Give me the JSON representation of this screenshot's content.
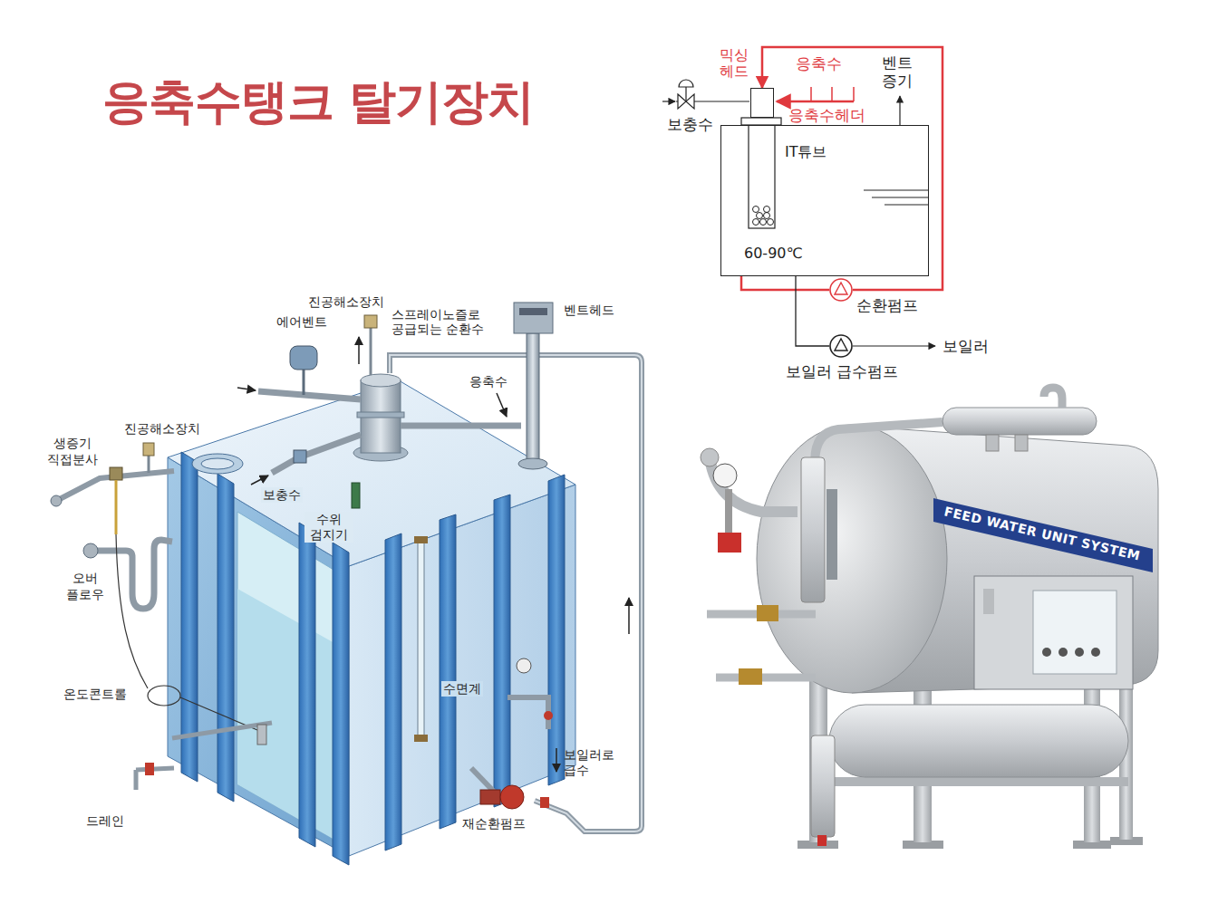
{
  "diagram": {
    "title": "응축수탱크 탈기장치",
    "nodes": [
      {
        "text": [
          "IT튜브",
          "60-90℃"
        ]
      },
      {
        "text": [
          "믹싱 헤드"
        ]
      },
      {
        "text": [
          "순환펌프"
        ]
      },
      {
        "text": [
          "보일러 급수펌프"
        ]
      }
    ],
    "edges": [
      {
        "from": 0,
        "to": 2,
        "arrow": "none"
      },
      {
        "from": 2,
        "to": 1,
        "arrow": "to"
      },
      {
        "from": 0,
        "to": 3,
        "arrow": "none"
      }
    ],
    "labels": [
      "응축수",
      "응축수헤더",
      "보충수",
      "벤트 증기",
      "보일러",
      "진공해소장치",
      "에어벤트",
      "스프레이노즐로 공급되는 순환수",
      "벤트헤드",
      "응축수",
      "진공해소장치",
      "생증기 직접분사",
      "보충수",
      "수위 검지기",
      "오버 플로우",
      "온도콘트롤",
      "수면계",
      "보일러로 급수",
      "드레인",
      "재순환펌프",
      "FEED WATER UNIT SYSTEM"
    ]
  }
}
